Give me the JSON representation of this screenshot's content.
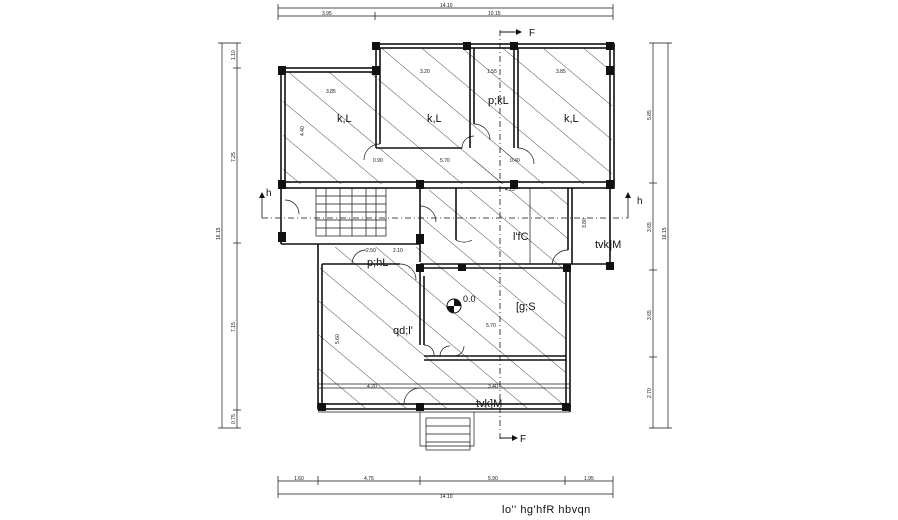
{
  "drawing": {
    "title": "lo'' hg'hfR hbvqn",
    "origin_level": "0.0",
    "section_label": "F",
    "elevation_label": "h",
    "rooms": {
      "bedroom_left": "k,L",
      "bedroom_mid": "k,L",
      "bedroom_right": "k,L",
      "bath_top": "p;kL",
      "lobby": "l'fC",
      "bath_mid": "p;hL",
      "living": "qd;l'",
      "kitchen": "[g;S",
      "veranda_right": "tvk]M",
      "veranda_bottom": "tvk]M"
    },
    "dimensions": {
      "top_total": "14.10",
      "top_seg_1": "3.95",
      "top_seg_2": "10.15",
      "bottom_total": "14.10",
      "bottom_seg_1": "1.60",
      "bottom_seg_2": "4.75",
      "bottom_seg_3": "5.90",
      "bottom_seg_4": "1.95",
      "left_total": "16.15",
      "left_seg_1": "1.10",
      "left_seg_2": "7.25",
      "left_seg_3": "7.15",
      "left_seg_4": "0.75",
      "right_total": "16.15",
      "right_seg_1": "5.85",
      "right_seg_2": "3.65",
      "right_seg_3": "3.65",
      "right_seg_4": "2.70",
      "room_a": "3.20",
      "room_b": "1.55",
      "room_c": "3.85",
      "room_d": "3.85",
      "room_e": "5.70",
      "room_f": "4.25",
      "room_g": "5.70",
      "room_h": "4.20",
      "room_i": "3.40",
      "room_j": "2.10",
      "room_k": "0.90",
      "room_l": "0.40",
      "room_m": "2.50",
      "room_n": "4.40",
      "room_o": "3.80",
      "room_p": "5.60"
    }
  }
}
